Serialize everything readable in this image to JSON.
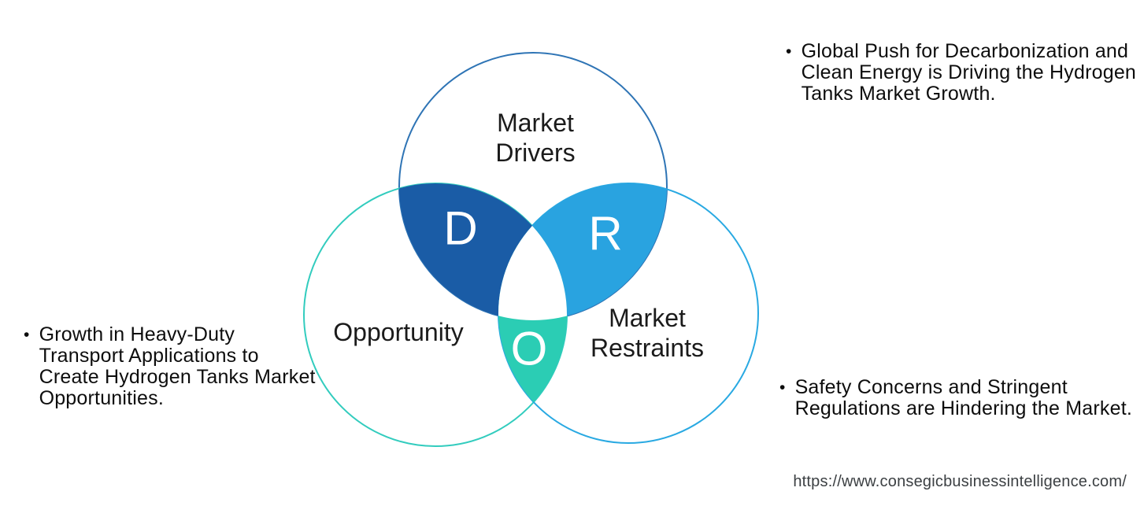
{
  "venn": {
    "circles": [
      {
        "id": "drivers",
        "label_lines": [
          "Market",
          "Drivers"
        ],
        "stroke": "#2E74B5"
      },
      {
        "id": "opportunity",
        "label_lines": [
          "Opportunity"
        ],
        "stroke": "#32CCBE"
      },
      {
        "id": "restraints",
        "label_lines": [
          "Market",
          "Restraints"
        ],
        "stroke": "#29A9E2"
      }
    ],
    "regions": [
      {
        "letter": "D",
        "fill": "#1A5CA6"
      },
      {
        "letter": "R",
        "fill": "#29A3E0"
      },
      {
        "letter": "O",
        "fill": "#2BCDB4"
      }
    ],
    "center_fill": "#ffffff"
  },
  "notes": {
    "drivers": {
      "bullet": "•",
      "lines": [
        "Global Push for Decarbonization and",
        "Clean Energy is Driving the Hydrogen",
        "Tanks Market Growth."
      ]
    },
    "opportunity": {
      "bullet": "•",
      "lines": [
        "Growth in Heavy-Duty",
        "Transport Applications to",
        "Create Hydrogen Tanks Market",
        "Opportunities."
      ]
    },
    "restraints": {
      "bullet": "•",
      "lines": [
        "Safety Concerns and Stringent",
        "Regulations are Hindering the Market."
      ]
    }
  },
  "footer": {
    "url": "https://www.consegicbusinessintelligence.com/"
  }
}
